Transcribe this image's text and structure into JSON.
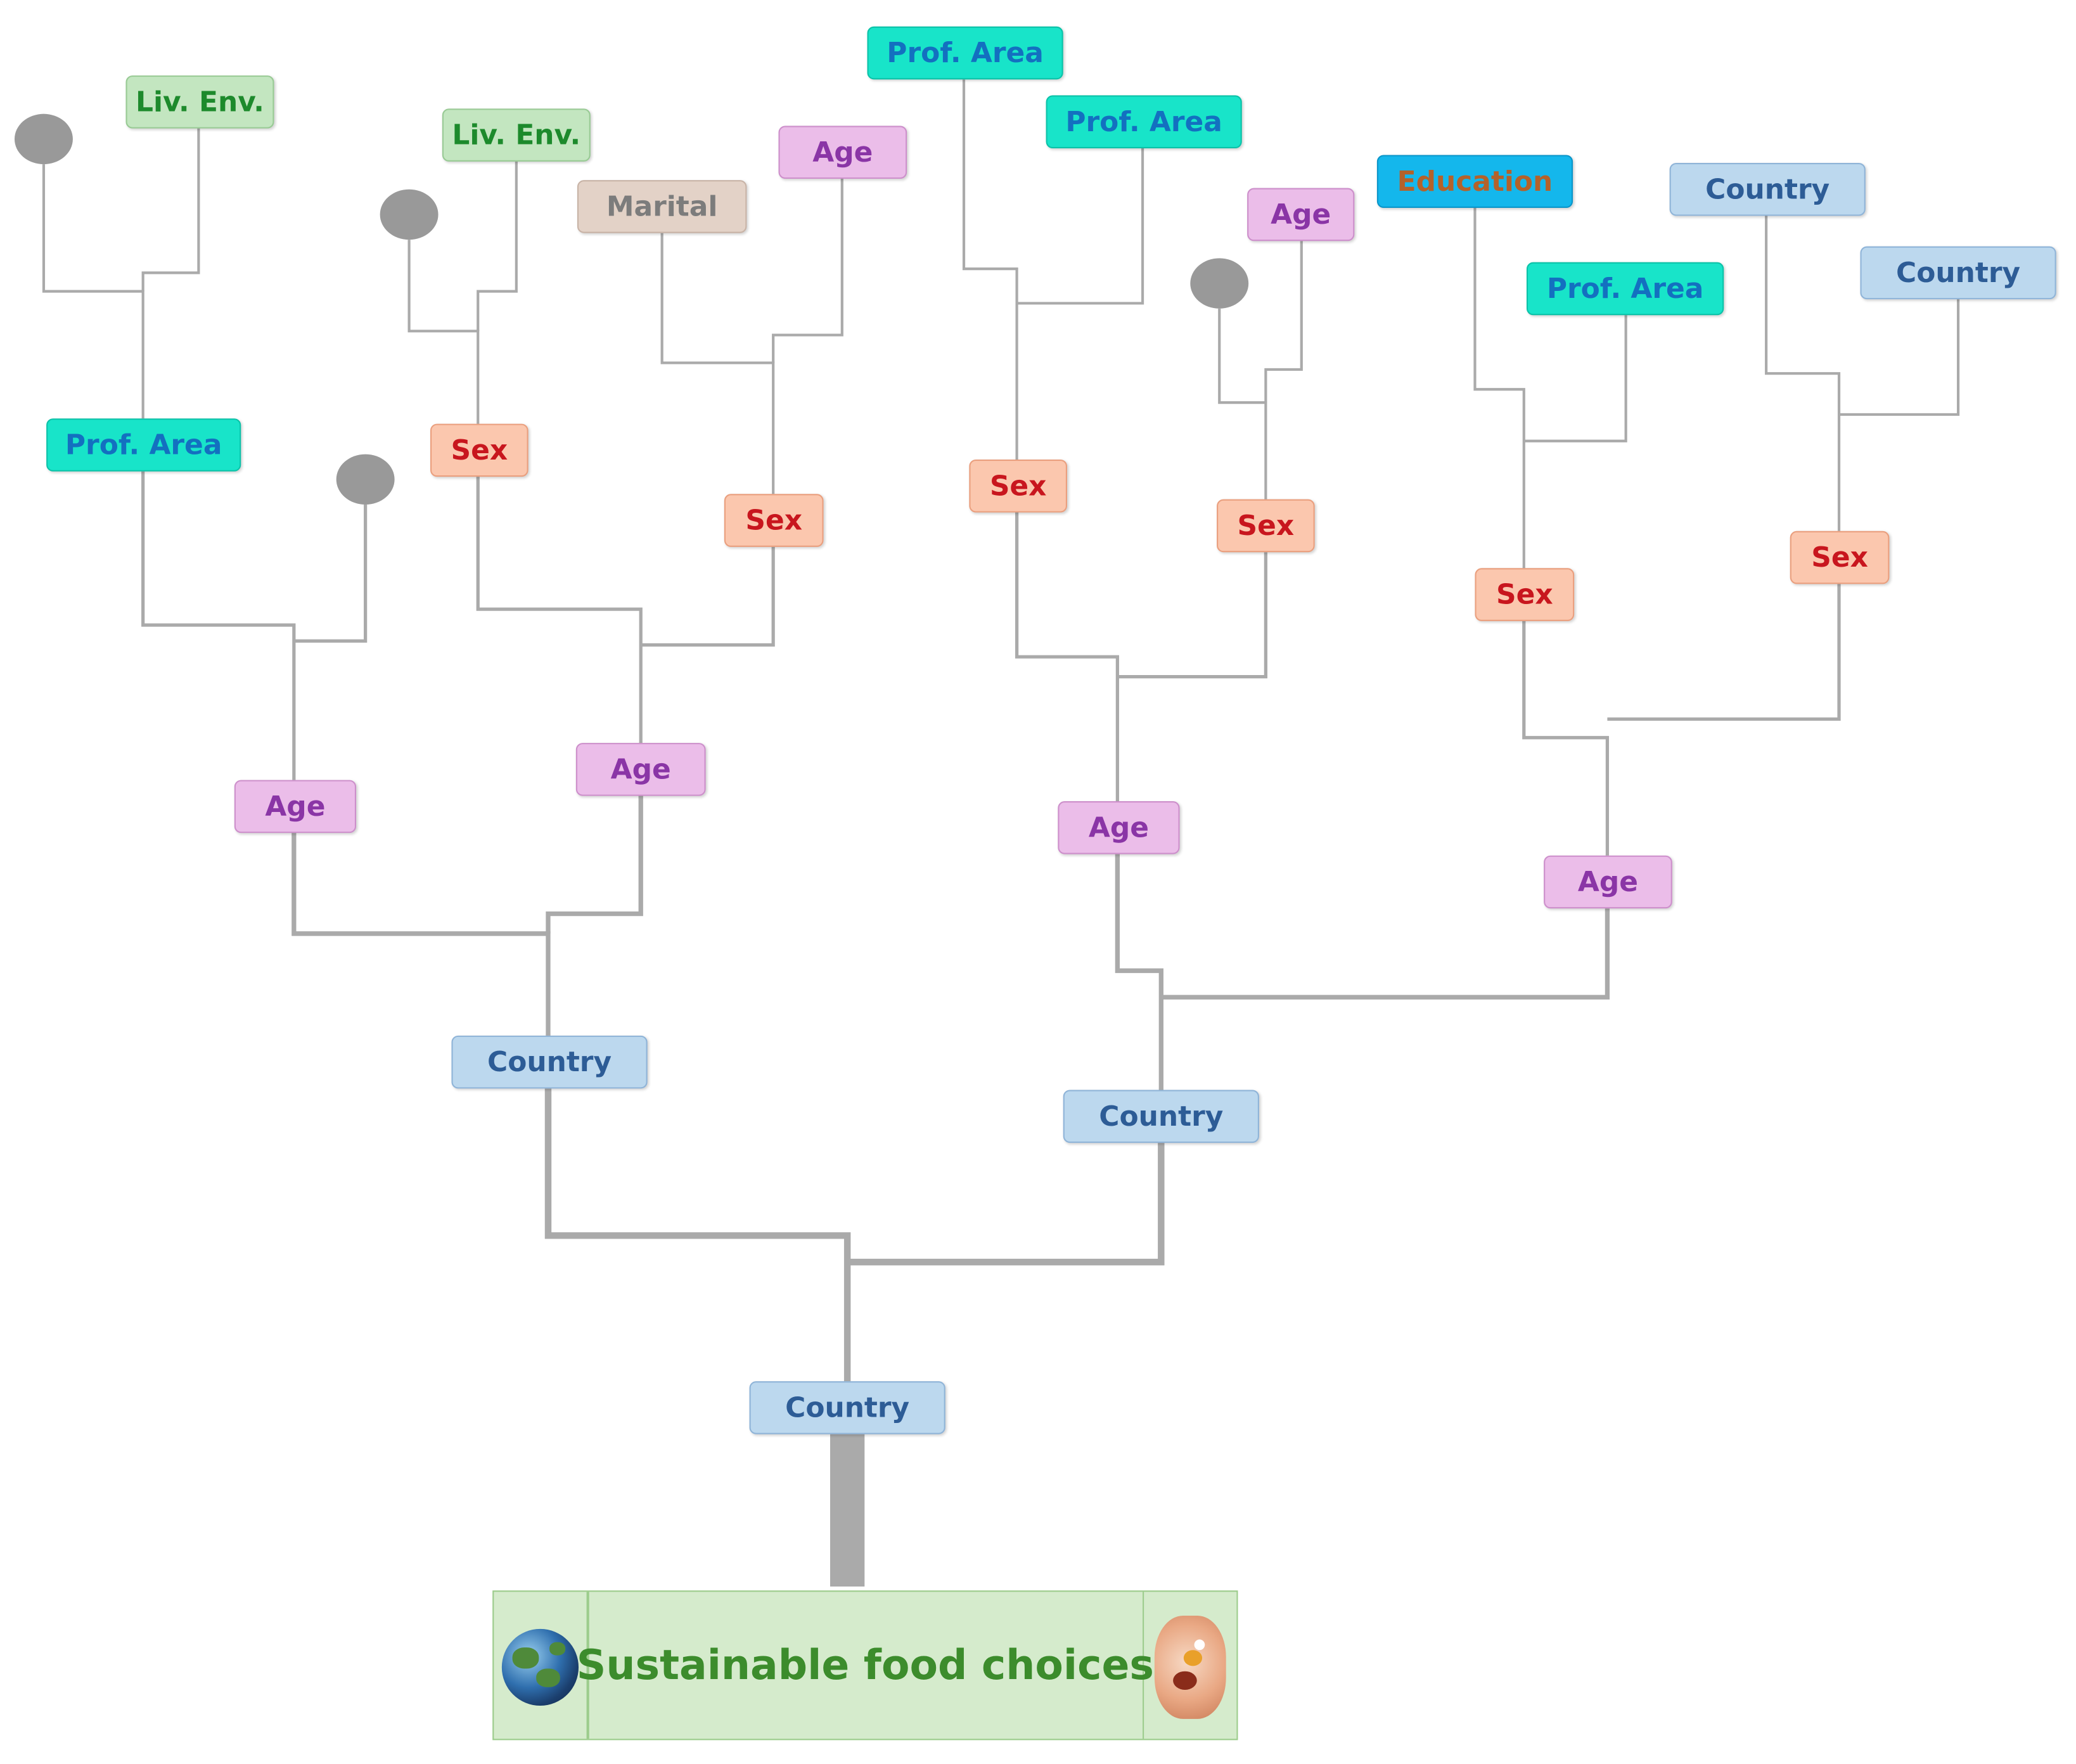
{
  "root": {
    "label": "Sustainable food choices",
    "left_icon": "globe-icon",
    "right_icon": "food-icon"
  },
  "colors": {
    "country": {
      "bg": "#bcd8ee",
      "border": "#8fb4d8",
      "text": "#2d5c96"
    },
    "age": {
      "bg": "#ebbde9",
      "border": "#cd8fcb",
      "text": "#8a35a6"
    },
    "sex": {
      "bg": "#fbc7ae",
      "border": "#ea9f7e",
      "text": "#c8161e"
    },
    "prof": {
      "bg": "#18e4c9",
      "border": "#0bc2a8",
      "text": "#1370c0"
    },
    "liv": {
      "bg": "#c3e6c0",
      "border": "#98ca94",
      "text": "#1d8a2c"
    },
    "marital": {
      "bg": "#e3d2c7",
      "border": "#c8b3a6",
      "text": "#7c7c7c"
    },
    "education": {
      "bg": "#14b7ec",
      "border": "#0a95c9",
      "text": "#b4622a"
    },
    "leaf": "#999999",
    "edge": "#aaaaaa"
  },
  "nodes": {
    "n0": {
      "label": "Country",
      "kind": "country"
    },
    "n1": {
      "label": "Country",
      "kind": "country"
    },
    "n2": {
      "label": "Country",
      "kind": "country"
    },
    "n3": {
      "label": "Age",
      "kind": "age"
    },
    "n4": {
      "label": "Age",
      "kind": "age"
    },
    "n5": {
      "label": "Age",
      "kind": "age"
    },
    "n6": {
      "label": "Age",
      "kind": "age"
    },
    "n7": {
      "label": "Prof. Area",
      "kind": "prof"
    },
    "n8": {
      "label": "Sex",
      "kind": "sex"
    },
    "n9": {
      "label": "Sex",
      "kind": "sex"
    },
    "n10": {
      "label": "Sex",
      "kind": "sex"
    },
    "n11": {
      "label": "Sex",
      "kind": "sex"
    },
    "n12": {
      "label": "Sex",
      "kind": "sex"
    },
    "n13": {
      "label": "Sex",
      "kind": "sex"
    },
    "n14": {
      "label": "Liv. Env.",
      "kind": "liv"
    },
    "n15": {
      "label": "Liv. Env.",
      "kind": "liv"
    },
    "n16": {
      "label": "Marital",
      "kind": "marital"
    },
    "n17": {
      "label": "Age",
      "kind": "age"
    },
    "n18": {
      "label": "Prof. Area",
      "kind": "prof"
    },
    "n19": {
      "label": "Prof. Area",
      "kind": "prof"
    },
    "n20": {
      "label": "Age",
      "kind": "age"
    },
    "n21": {
      "label": "Education",
      "kind": "education"
    },
    "n22": {
      "label": "Prof. Area",
      "kind": "prof"
    },
    "n23": {
      "label": "Country",
      "kind": "country"
    },
    "n24": {
      "label": "Country",
      "kind": "country"
    }
  }
}
